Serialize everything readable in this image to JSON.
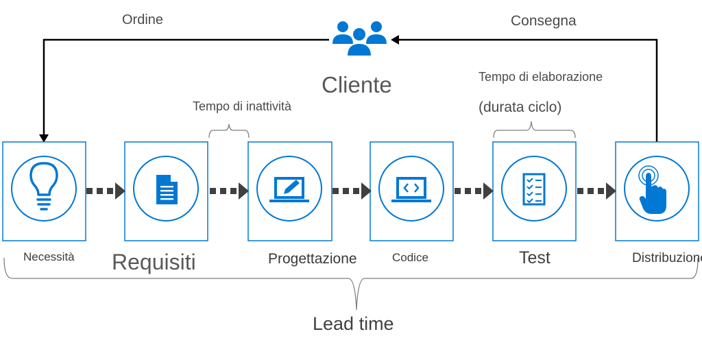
{
  "labels": {
    "order": "Ordine",
    "delivery": "Consegna",
    "customer": "Cliente",
    "wait_time": "Tempo di inattività",
    "process_time": "Tempo di elaborazione",
    "cycle_time": "(durata ciclo)",
    "lead_time": "Lead time"
  },
  "stages": [
    {
      "label": "Necessità",
      "icon": "lightbulb-icon"
    },
    {
      "label": "Requisiti",
      "icon": "document-icon"
    },
    {
      "label": "Progettazione",
      "icon": "laptop-pencil-icon"
    },
    {
      "label": "Codice",
      "icon": "laptop-code-icon"
    },
    {
      "label": "Test",
      "icon": "checklist-icon"
    },
    {
      "label": "Distribuzione",
      "icon": "touch-hand-icon"
    }
  ],
  "colors": {
    "accent": "#0078d4",
    "line": "#000000",
    "arrow": "#404040",
    "brace": "#7f7f7f",
    "text": "#4a4a4a"
  }
}
